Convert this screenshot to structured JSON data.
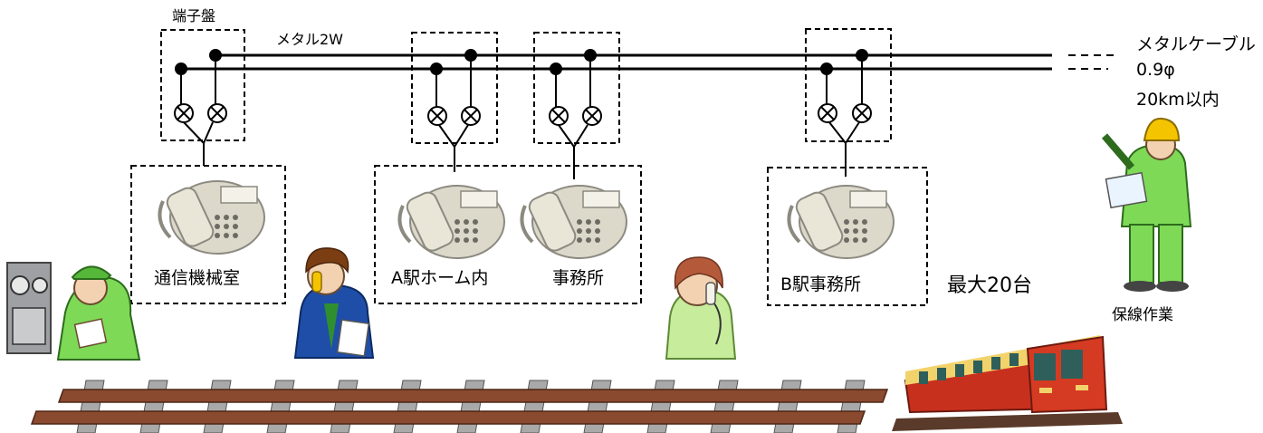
{
  "labels": {
    "terminal_board": "端子盤",
    "metal_2w": "メタル2W",
    "cable_name": "メタルケーブル",
    "cable_diameter": "0.9φ",
    "cable_distance": "20km以内",
    "comm_room": "通信機械室",
    "a_station_home": "A駅ホーム内",
    "office": "事務所",
    "b_station_office": "B駅事務所",
    "max_units": "最大20台",
    "maintenance": "保線作業"
  },
  "colors": {
    "line": "#000000",
    "phone_body": "#d9d6c8",
    "worker_green": "#7ed957",
    "helmet_yellow": "#f5c400",
    "rail_brown": "#8a4a2f",
    "sleeper_gray": "#a9a9a9",
    "train_red": "#c8301e",
    "train_cream": "#f2d36b"
  }
}
